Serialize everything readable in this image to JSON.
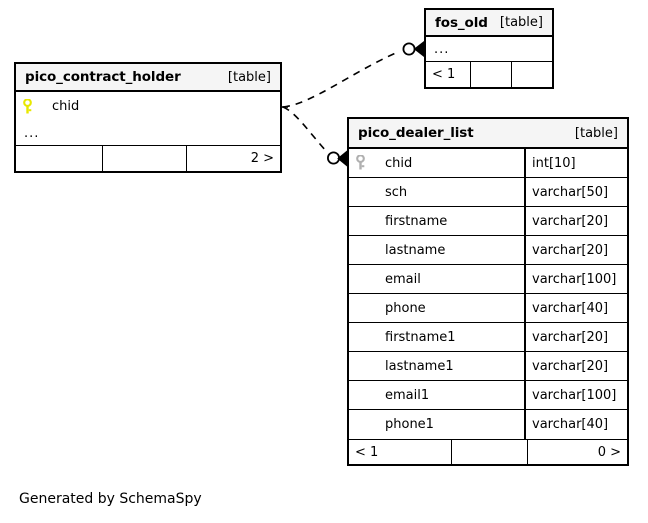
{
  "diagram": {
    "type": "entity-relationship",
    "generator_caption": "Generated by SchemaSpy",
    "colors": {
      "background": "#ffffff",
      "border": "#000000",
      "header_fill": "#f5f5f5",
      "primary_key": "#e8e800",
      "foreign_key": "#b0b0b0",
      "connector": "#000000"
    }
  },
  "tables": {
    "pico_contract_holder": {
      "name": "pico_contract_holder",
      "tag": "[table]",
      "columns": [
        {
          "key": "primary",
          "name": "chid",
          "type": ""
        }
      ],
      "ellipsis": "...",
      "footer": [
        "",
        "",
        "2 >"
      ]
    },
    "fos_old": {
      "name": "fos_old",
      "tag": "[table]",
      "columns": [],
      "ellipsis": "...",
      "footer": [
        "< 1",
        "",
        ""
      ]
    },
    "pico_dealer_list": {
      "name": "pico_dealer_list",
      "tag": "[table]",
      "columns": [
        {
          "key": "foreign",
          "name": "chid",
          "type": "int[10]"
        },
        {
          "key": "none",
          "name": "sch",
          "type": "varchar[50]"
        },
        {
          "key": "none",
          "name": "firstname",
          "type": "varchar[20]"
        },
        {
          "key": "none",
          "name": "lastname",
          "type": "varchar[20]"
        },
        {
          "key": "none",
          "name": "email",
          "type": "varchar[100]"
        },
        {
          "key": "none",
          "name": "phone",
          "type": "varchar[40]"
        },
        {
          "key": "none",
          "name": "firstname1",
          "type": "varchar[20]"
        },
        {
          "key": "none",
          "name": "lastname1",
          "type": "varchar[20]"
        },
        {
          "key": "none",
          "name": "email1",
          "type": "varchar[100]"
        },
        {
          "key": "none",
          "name": "phone1",
          "type": "varchar[40]"
        }
      ],
      "footer": [
        "< 1",
        "",
        "0 >"
      ]
    }
  },
  "relationships": [
    {
      "id": "rel-contract-holder-to-fos-old",
      "from": "pico_contract_holder",
      "to": "fos_old",
      "style": "dashed",
      "from_notation": "none",
      "to_notation": "zero-or-many"
    },
    {
      "id": "rel-contract-holder-to-dealer-list",
      "from": "pico_contract_holder",
      "to": "pico_dealer_list",
      "style": "dashed",
      "from_notation": "none",
      "to_notation": "zero-or-many"
    }
  ]
}
